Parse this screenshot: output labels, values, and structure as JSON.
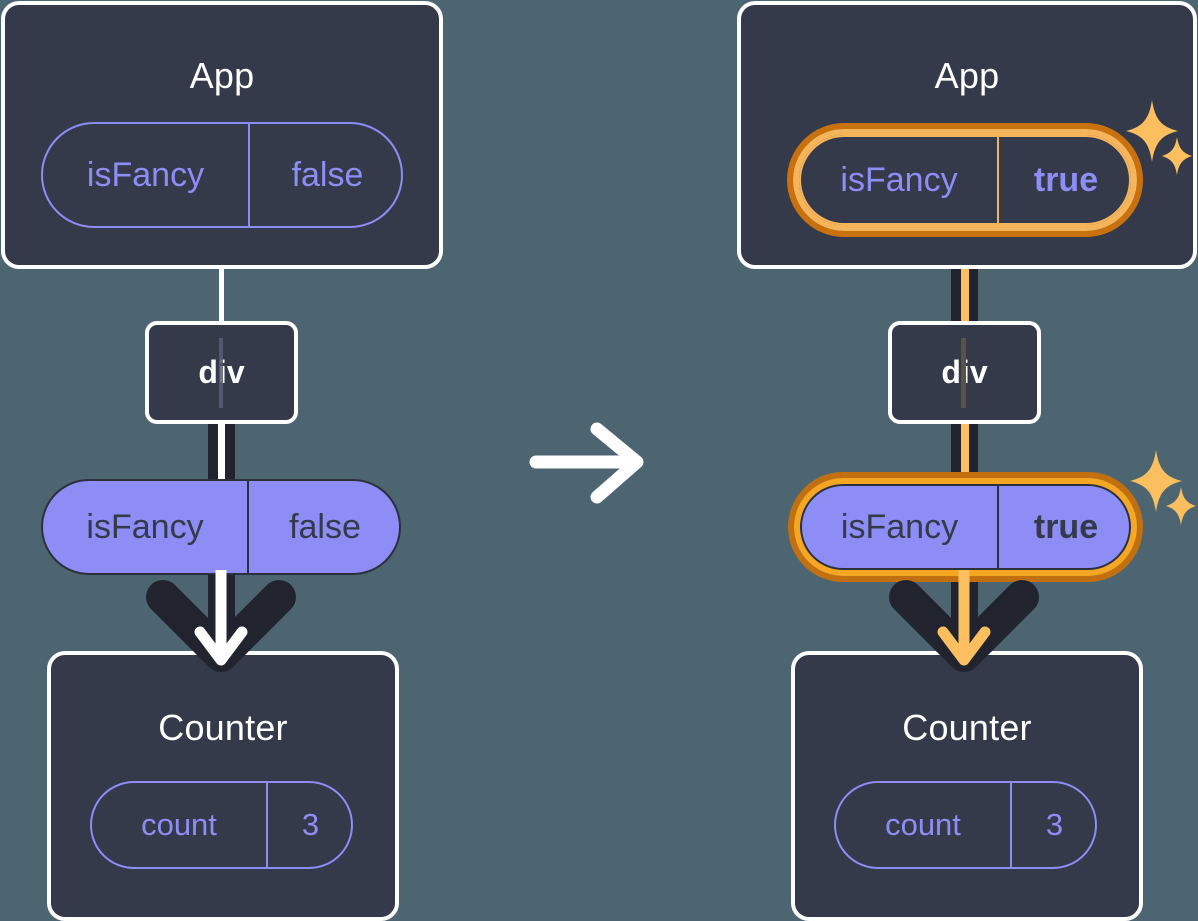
{
  "diagram": {
    "title": "React state update propagation: isFancy false to true",
    "background_color": "#4d6570",
    "panels": [
      {
        "id": "before",
        "app": {
          "label": "App",
          "state": {
            "name": "isFancy",
            "value": "false",
            "highlighted": false,
            "emphasized": false
          }
        },
        "div": {
          "label": "div"
        },
        "prop": {
          "name": "isFancy",
          "value": "false",
          "highlighted": false,
          "emphasized": false
        },
        "counter": {
          "label": "Counter",
          "state": {
            "name": "count",
            "value": "3",
            "highlighted": false,
            "emphasized": false
          }
        },
        "arrow_color": "#ffffff",
        "sparkles": false
      },
      {
        "id": "after",
        "app": {
          "label": "App",
          "state": {
            "name": "isFancy",
            "value": "true",
            "highlighted": true,
            "emphasized": true
          }
        },
        "div": {
          "label": "div"
        },
        "prop": {
          "name": "isFancy",
          "value": "true",
          "highlighted": true,
          "emphasized": true
        },
        "counter": {
          "label": "Counter",
          "state": {
            "name": "count",
            "value": "3",
            "highlighted": false,
            "emphasized": false
          }
        },
        "arrow_color": "#fbbf60",
        "sparkles": true
      }
    ],
    "transition_arrow": {
      "icon": "arrow-right-icon",
      "color": "#ffffff"
    },
    "colors": {
      "background": "#4d6570",
      "box_fill": "#343a4a",
      "box_border": "#ffffff",
      "pill_purple": "#8d8df5",
      "pill_text_dark": "#343a4a",
      "highlight_outer": "#c2700f",
      "highlight_inner": "#f5a623",
      "sparkle": "#fbbf60",
      "connector_dark": "#21242f",
      "connector_white": "#ffffff",
      "connector_orange": "#fbbf60"
    }
  }
}
